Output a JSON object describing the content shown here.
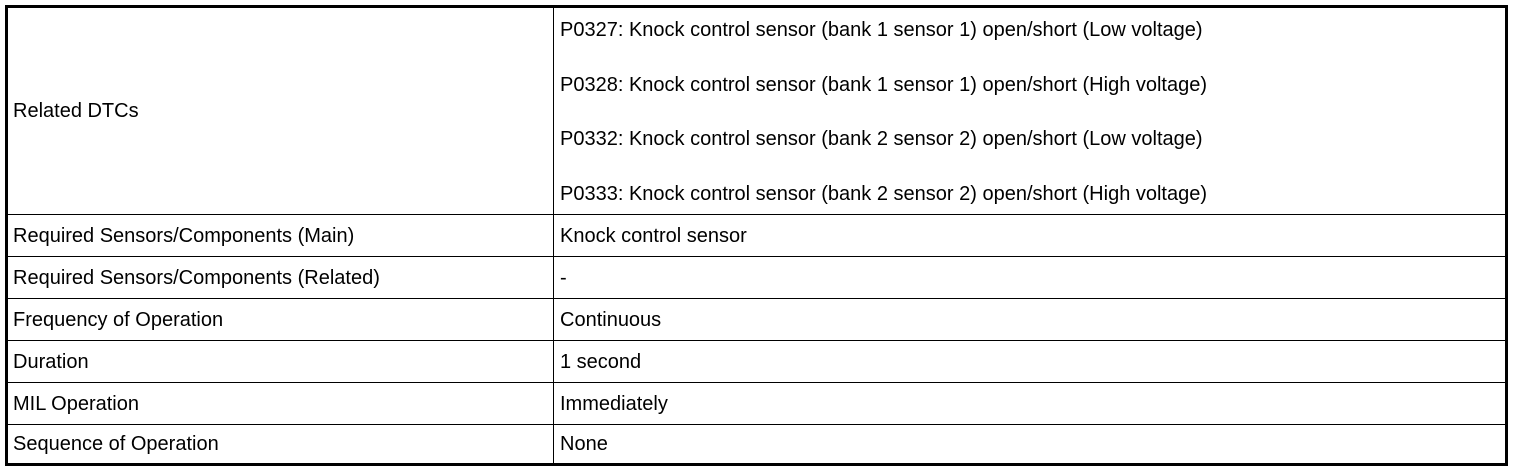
{
  "table": {
    "rows": [
      {
        "label": "Related DTCs",
        "values": [
          "P0327: Knock control sensor (bank 1 sensor 1) open/short (Low voltage)",
          "P0328: Knock control sensor (bank 1 sensor 1) open/short (High voltage)",
          "P0332: Knock control sensor (bank 2 sensor 2) open/short (Low voltage)",
          "P0333: Knock control sensor (bank 2 sensor 2) open/short (High voltage)"
        ]
      },
      {
        "label": "Required Sensors/Components (Main)",
        "value": "Knock control sensor"
      },
      {
        "label": "Required Sensors/Components (Related)",
        "value": "-"
      },
      {
        "label": "Frequency of Operation",
        "value": "Continuous"
      },
      {
        "label": "Duration",
        "value": "1 second"
      },
      {
        "label": "MIL Operation",
        "value": "Immediately"
      },
      {
        "label": "Sequence of Operation",
        "value": "None"
      }
    ]
  }
}
